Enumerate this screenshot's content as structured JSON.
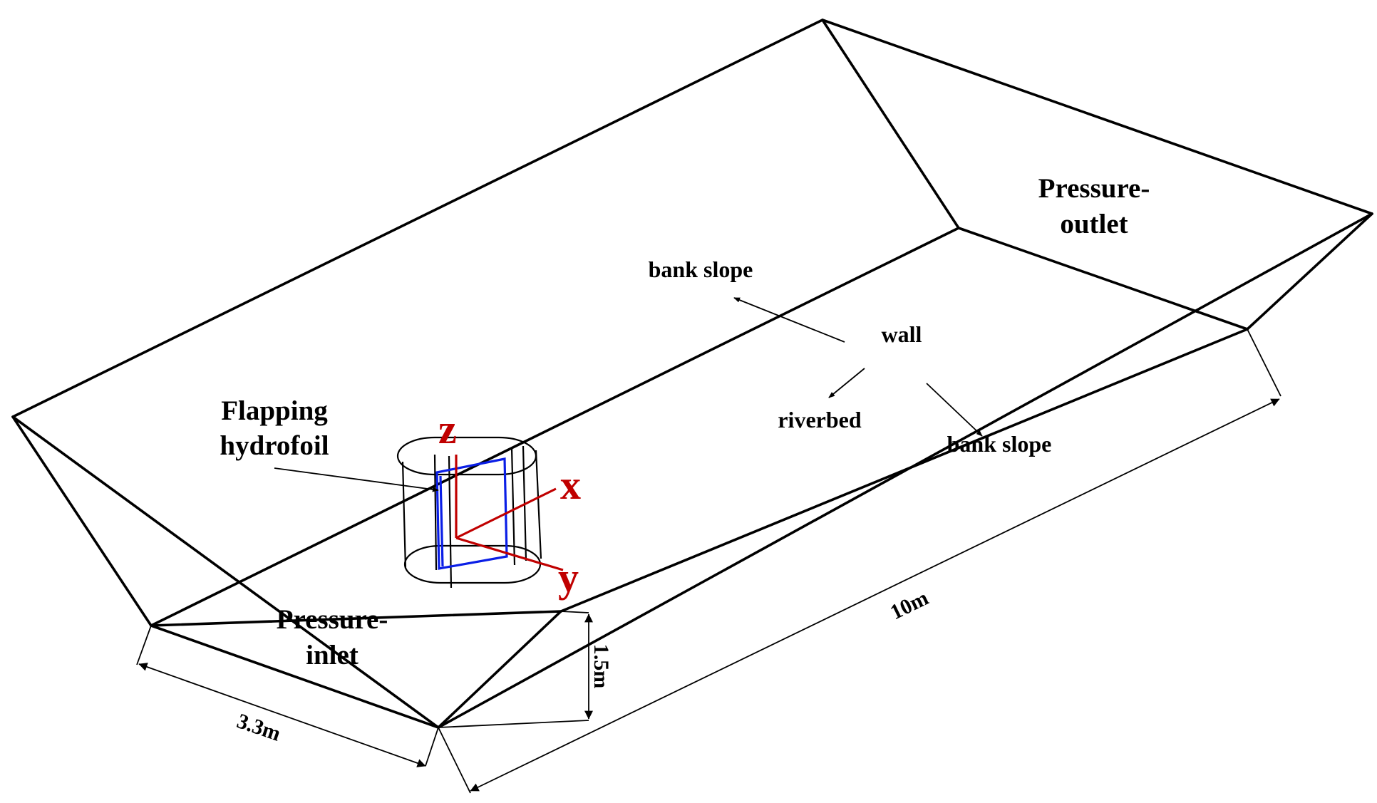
{
  "labels": {
    "pressure_outlet_1": "Pressure-",
    "pressure_outlet_2": "outlet",
    "pressure_inlet_1": "Pressure-",
    "pressure_inlet_2": "inlet",
    "flapping_1": "Flapping",
    "flapping_2": "hydrofoil",
    "bank_slope_top": "bank slope",
    "bank_slope_bottom": "bank slope",
    "wall": "wall",
    "riverbed": "riverbed"
  },
  "axes": {
    "x": "x",
    "y": "y",
    "z": "z"
  },
  "dimensions": {
    "length": "10m",
    "width": "3.3m",
    "depth": "1.5m"
  },
  "colors": {
    "edges": "#000000",
    "hydrofoil": "#0a1ee6",
    "axes": "#c00000"
  }
}
